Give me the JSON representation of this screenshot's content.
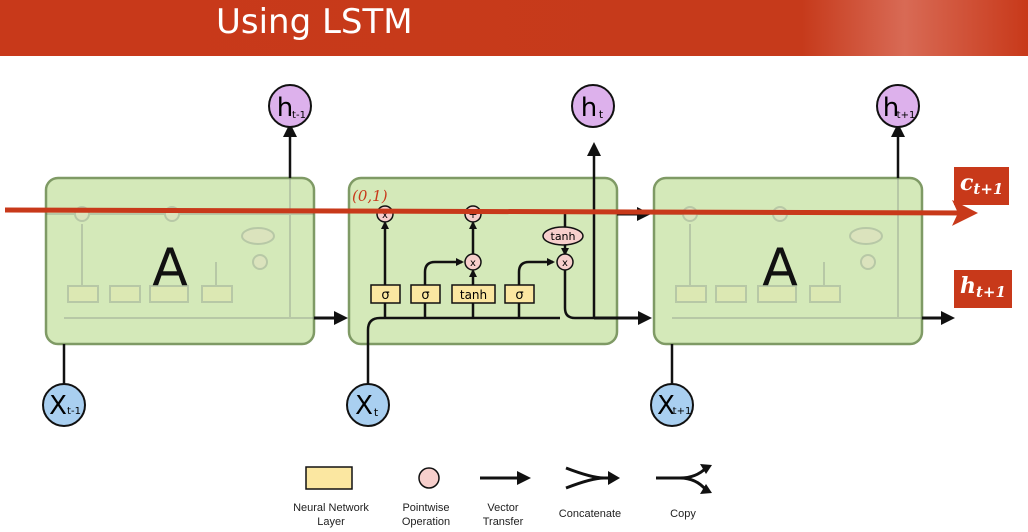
{
  "slide": {
    "title": "Using LSTM",
    "annotation": "(0,1)"
  },
  "labels": {
    "cell_state_tag": {
      "base": "c",
      "sub": "t+1"
    },
    "hidden_state_tag": {
      "base": "h",
      "sub": "t+1"
    }
  },
  "cells": [
    {
      "id": "prev",
      "label": "A"
    },
    {
      "id": "current",
      "label": ""
    },
    {
      "id": "next",
      "label": "A"
    }
  ],
  "outputs": [
    {
      "base": "h",
      "sub": "t-1"
    },
    {
      "base": "h",
      "sub": "t"
    },
    {
      "base": "h",
      "sub": "t+1"
    }
  ],
  "inputs": [
    {
      "base": "X",
      "sub": "t-1"
    },
    {
      "base": "X",
      "sub": "t"
    },
    {
      "base": "X",
      "sub": "t+1"
    }
  ],
  "gates": {
    "layers": [
      "σ",
      "σ",
      "tanh",
      "σ"
    ],
    "pointwise_ops": [
      "x",
      "+",
      "x",
      "x",
      "tanh"
    ]
  },
  "legend": [
    {
      "icon": "neural-network-layer-icon",
      "label_line1": "Neural Network",
      "label_line2": "Layer"
    },
    {
      "icon": "pointwise-operation-icon",
      "label_line1": "Pointwise",
      "label_line2": "Operation"
    },
    {
      "icon": "vector-transfer-icon",
      "label_line1": "Vector",
      "label_line2": "Transfer"
    },
    {
      "icon": "concatenate-icon",
      "label_line1": "Concatenate",
      "label_line2": ""
    },
    {
      "icon": "copy-icon",
      "label_line1": "Copy",
      "label_line2": ""
    }
  ],
  "colors": {
    "header": "#c8391a",
    "cell_fill": "#d4e9b9",
    "cell_stroke": "#7f9a65",
    "layer_fill": "#fbe7a1",
    "pointwise_fill": "#f7cfcc",
    "output_fill": "#ddb1ec",
    "input_fill": "#a9cff0",
    "red_arrow": "#c8391a"
  }
}
